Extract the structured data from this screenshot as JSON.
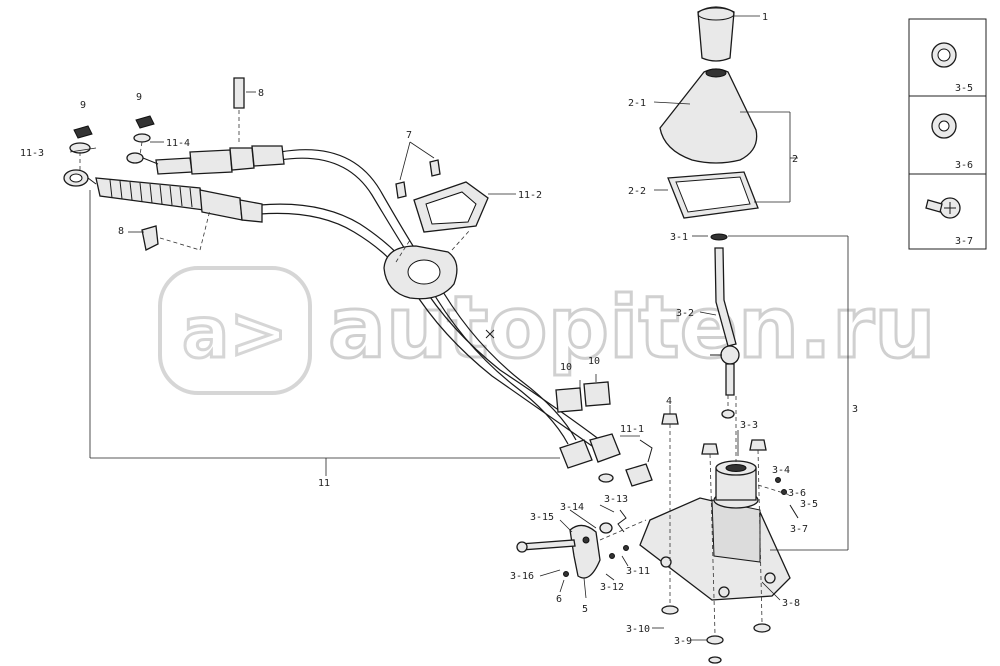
{
  "watermark": "autopiten.ru",
  "labels": {
    "l1": "1",
    "l2": "2",
    "l2_1": "2-1",
    "l2_2": "2-2",
    "l3": "3",
    "l3_1": "3-1",
    "l3_2": "3-2",
    "l3_3": "3-3",
    "l3_4": "3-4",
    "l3_5": "3-5",
    "l3_6": "3-6",
    "l3_7": "3-7",
    "l3_8": "3-8",
    "l3_9": "3-9",
    "l3_10": "3-10",
    "l3_11": "3-11",
    "l3_12": "3-12",
    "l3_13": "3-13",
    "l3_14": "3-14",
    "l3_15": "3-15",
    "l3_16": "3-16",
    "l4": "4",
    "l5": "5",
    "l6": "6",
    "l7": "7",
    "l8a": "8",
    "l8b": "8",
    "l9a": "9",
    "l9b": "9",
    "l10a": "10",
    "l10b": "10",
    "l11": "11",
    "l11_1": "11-1",
    "l11_2": "11-2",
    "l11_3": "11-3",
    "l11_4": "11-4"
  },
  "inset": {
    "box1_label": "3-5",
    "box2_label": "3-6",
    "box3_label": "3-7"
  }
}
